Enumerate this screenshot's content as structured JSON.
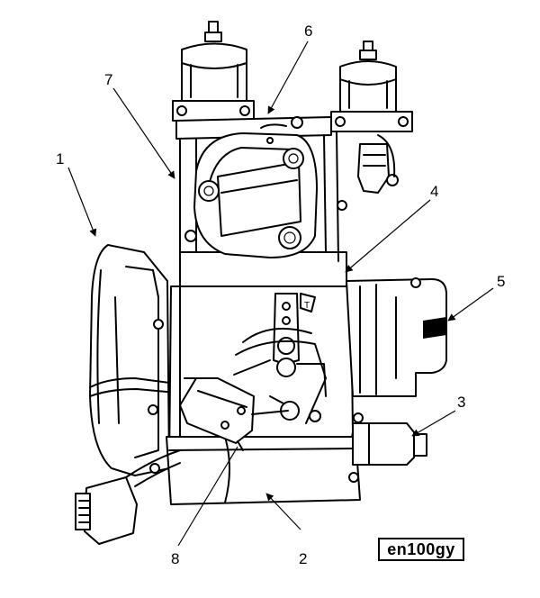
{
  "callouts": [
    {
      "id": "1",
      "text": "1"
    },
    {
      "id": "2",
      "text": "2"
    },
    {
      "id": "3",
      "text": "3"
    },
    {
      "id": "4",
      "text": "4"
    },
    {
      "id": "5",
      "text": "5"
    },
    {
      "id": "6",
      "text": "6"
    },
    {
      "id": "7",
      "text": "7"
    },
    {
      "id": "8",
      "text": "8"
    }
  ],
  "figure_code": "en100gy",
  "sticker_text": "T"
}
